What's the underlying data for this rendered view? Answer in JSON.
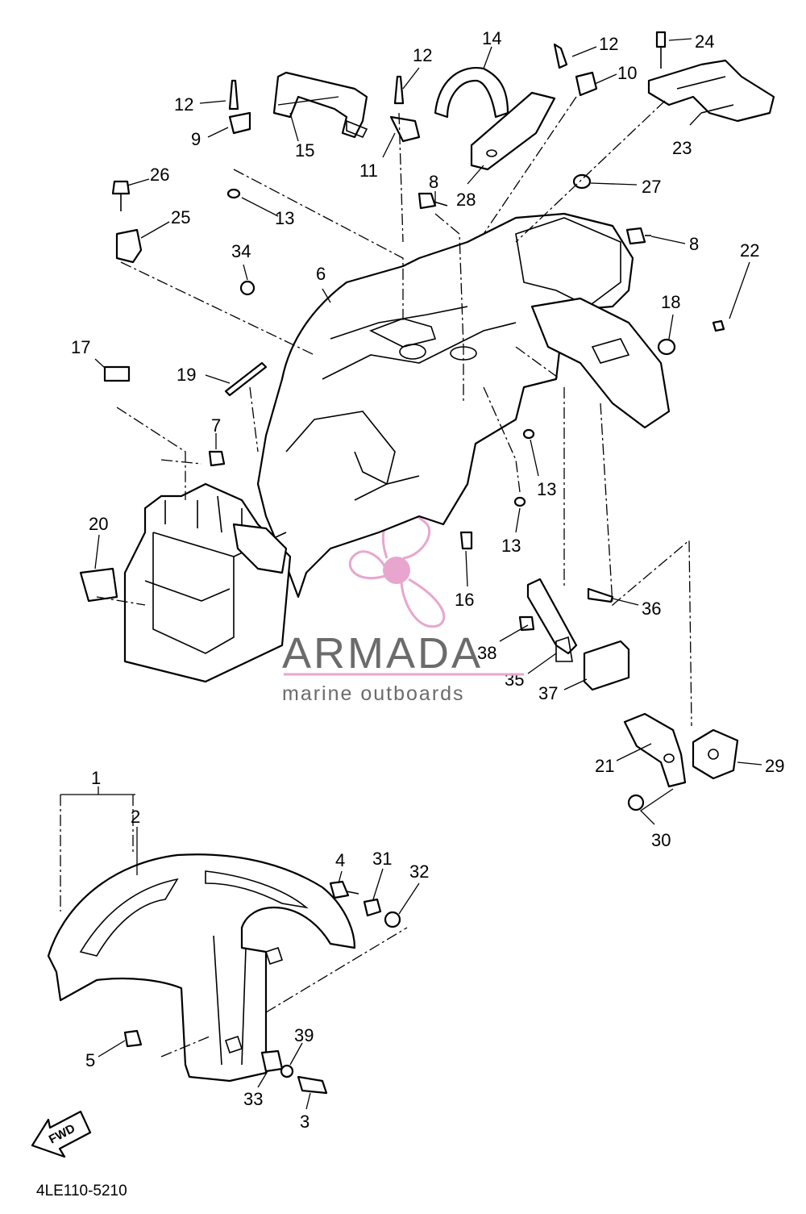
{
  "diagram": {
    "part_code": "4LE110-5210",
    "fwd_label": "FWD",
    "callouts": [
      "1",
      "2",
      "3",
      "4",
      "5",
      "6",
      "7",
      "8",
      "8",
      "9",
      "10",
      "11",
      "12",
      "12",
      "12",
      "12",
      "13",
      "13",
      "13",
      "13",
      "14",
      "15",
      "16",
      "17",
      "18",
      "19",
      "20",
      "21",
      "22",
      "23",
      "24",
      "25",
      "26",
      "27",
      "28",
      "29",
      "30",
      "31",
      "32",
      "33",
      "34",
      "35",
      "36",
      "37",
      "38",
      "39"
    ]
  },
  "watermark": {
    "brand": "ARMADA",
    "tagline": "marine outboards",
    "accent_color": "#e8a6cf"
  }
}
